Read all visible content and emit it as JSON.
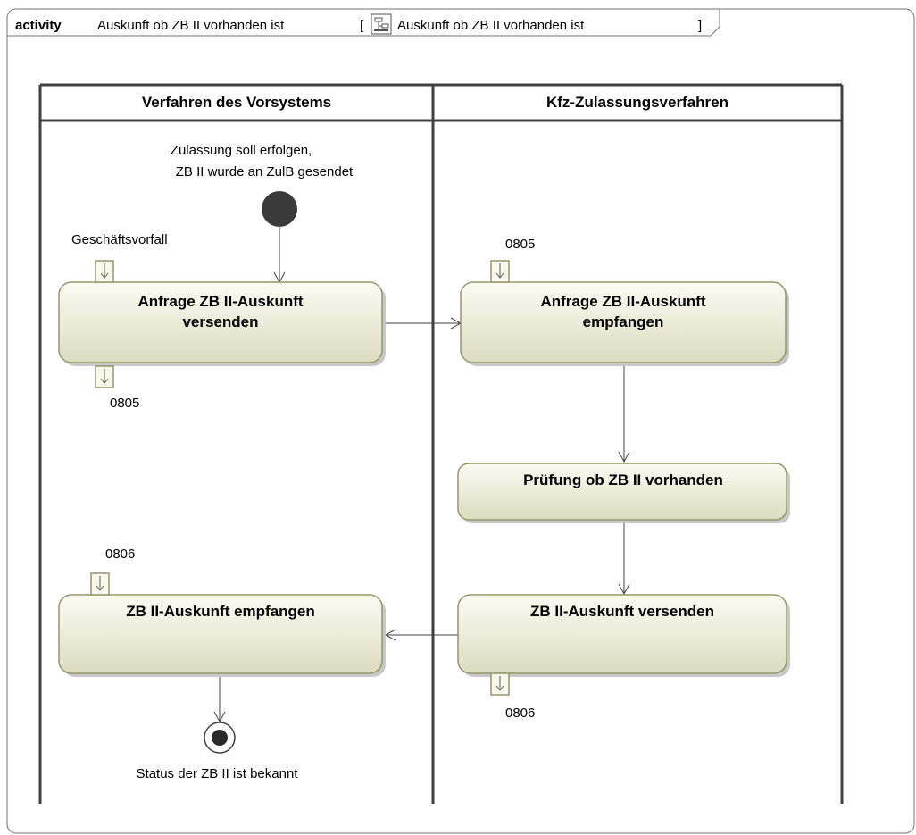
{
  "frame": {
    "keyword": "activity",
    "title": "Auskunft ob ZB II vorhanden ist",
    "reference_open": "[",
    "reference_title": "Auskunft ob ZB II vorhanden ist",
    "reference_close": "]",
    "reference_icon": "activity-diagram-icon"
  },
  "lanes": [
    {
      "title": "Verfahren des Vorsystems"
    },
    {
      "title": "Kfz-Zulassungsverfahren"
    }
  ],
  "initial_node": {
    "label_line1": "Zulassung soll erfolgen,",
    "label_line2": "ZB II wurde an ZulB gesendet"
  },
  "final_node": {
    "label": "Status der ZB II ist bekannt"
  },
  "actions": {
    "anfrage_versenden": {
      "line1": "Anfrage ZB II-Auskunft",
      "line2": "versenden"
    },
    "anfrage_empfangen": {
      "line1": "Anfrage ZB II-Auskunft",
      "line2": "empfangen"
    },
    "pruefung": {
      "line1": "Prüfung ob ZB II vorhanden"
    },
    "auskunft_versenden": {
      "line1": "ZB II-Auskunft versenden"
    },
    "auskunft_empfangen": {
      "line1": "ZB II-Auskunft empfangen"
    }
  },
  "pins": {
    "geschaeftsvorfall": "Geschäftsvorfall",
    "out_0805": "0805",
    "in_0805": "0805",
    "in_0806": "0806",
    "out_0806": "0806"
  },
  "colors": {
    "action_fill_top": "#fbfbf3",
    "action_fill_bottom": "#dcdcc0",
    "action_border": "#96966a",
    "action_shadow": "#c8c8c8",
    "lane_line": "#404040",
    "edge": "#404040"
  }
}
